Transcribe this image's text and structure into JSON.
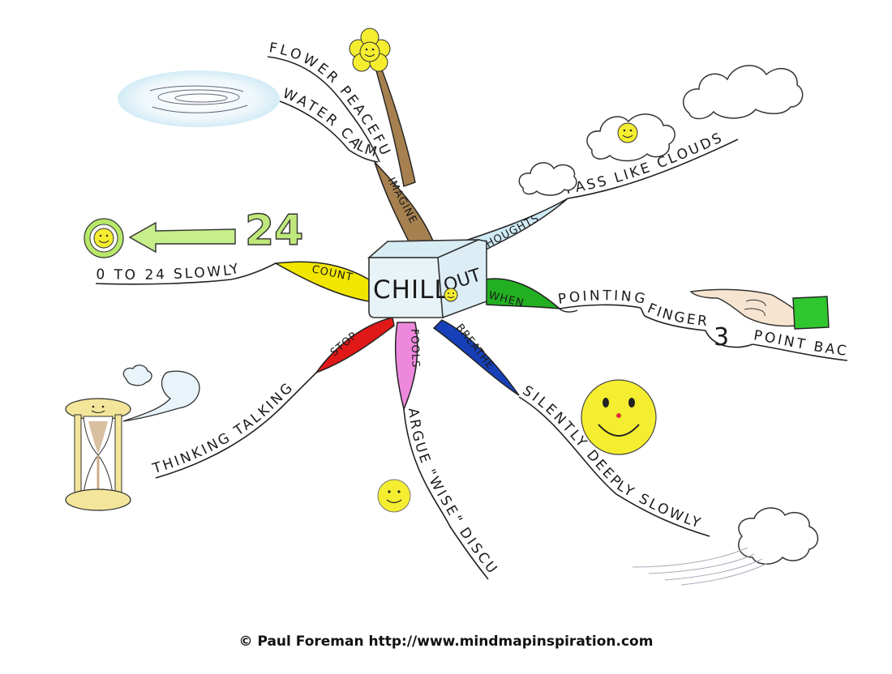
{
  "center": {
    "word1": "CHILL",
    "word2": "OUT"
  },
  "colors": {
    "cube_fill": "#e8f3f8",
    "imagine": "#a6804f",
    "thoughts": "#cfeaf5",
    "when": "#22b022",
    "breathe": "#1740b8",
    "fools": "#ee88dd",
    "stop": "#e01818",
    "count": "#f2e600",
    "sun_yellow": "#f5ee30",
    "cloud_stroke": "#333333",
    "ink": "#1a1a1a",
    "sleeve_green": "#2fc62f"
  },
  "branches": {
    "imagine": {
      "label": "IMAGINE"
    },
    "thoughts": {
      "label": "THOUGHTS"
    },
    "when": {
      "label": "WHEN"
    },
    "breathe": {
      "label": "BREATHE"
    },
    "fools": {
      "label": "FOOLS"
    },
    "stop": {
      "label": "STOP"
    },
    "count": {
      "label": "COUNT"
    }
  },
  "twigs": {
    "flower_peaceful": "FLOWER PEACEFUL",
    "water_calm": "WATER CALM",
    "pass_like_clouds": "PASS LIKE CLOUDS",
    "pointing": "POINTING",
    "finger": "FINGER",
    "finger_number": "3",
    "point_back": "POINT BACK",
    "silently_deeply_slowly": "SILENTLY DEEPLY SLOWLY",
    "argue_wise_discuss": "ARGUE \"WISE\" DISCUSS",
    "thinking_talking": "THINKING TALKING",
    "zero_to_24": "0 TO 24 SLOWLY",
    "big_number": "24"
  },
  "icons": [
    "smiley-icon",
    "flower-icon",
    "cloud-icon",
    "pointing-hand-icon",
    "hourglass-icon",
    "water-ripple-icon",
    "arrow-left-icon",
    "speech-bubble-icon",
    "wind-icon"
  ],
  "footer": {
    "credit": "© Paul Foreman http://www.mindmapinspiration.com"
  }
}
